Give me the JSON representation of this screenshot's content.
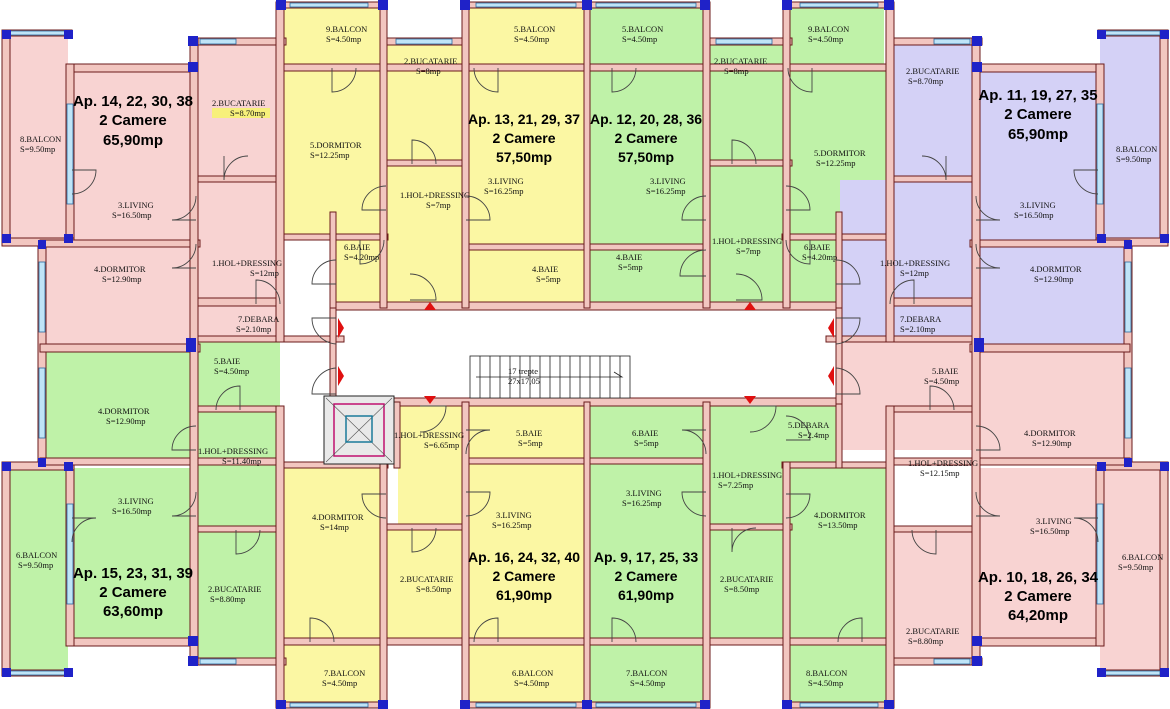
{
  "colors": {
    "pink": "#f8d3d2",
    "green": "#bff2a8",
    "yellow": "#fbf7a3",
    "lavender": "#d4d1f6",
    "corridor": "#ffffff",
    "wall": "#f2c6c0",
    "column": "#1f22c8",
    "window": "#bfe4f7",
    "marker": "#e01010"
  },
  "rooms": [
    {
      "id": "r1",
      "name": "8.BALCON",
      "area": "S=9.50mp"
    },
    {
      "id": "r2",
      "name": "9.BALCON",
      "area": "S=4.50mp"
    },
    {
      "id": "r3",
      "name": "5.BALCON",
      "area": "S=4.50mp"
    },
    {
      "id": "r4",
      "name": "5.BALCON",
      "area": "S=4.50mp"
    },
    {
      "id": "r5",
      "name": "9.BALCON",
      "area": "S=4.50mp"
    },
    {
      "id": "r6",
      "name": "8.BALCON",
      "area": "S=9.50mp"
    },
    {
      "id": "r7",
      "name": "2.BUCATARIE",
      "area": "S=8.70mp"
    },
    {
      "id": "r8",
      "name": "5.DORMITOR",
      "area": "S=12.25mp"
    },
    {
      "id": "r9",
      "name": "2.BUCATARIE",
      "area": "S=8mp"
    },
    {
      "id": "r10",
      "name": "2.BUCATARIE",
      "area": "S=8mp"
    },
    {
      "id": "r11",
      "name": "5.DORMITOR",
      "area": "S=12.25mp"
    },
    {
      "id": "r12",
      "name": "2.BUCATARIE",
      "area": "S=8.70mp"
    },
    {
      "id": "r13",
      "name": "3.LIVING",
      "area": "S=16.50mp"
    },
    {
      "id": "r14",
      "name": "1.HOL+DRESSING",
      "area": "S=7mp"
    },
    {
      "id": "r15",
      "name": "3.LIVING",
      "area": "S=16.25mp"
    },
    {
      "id": "r16",
      "name": "3.LIVING",
      "area": "S=16.25mp"
    },
    {
      "id": "r17",
      "name": "1.HOL+DRESSING",
      "area": "S=7mp"
    },
    {
      "id": "r18",
      "name": "3.LIVING",
      "area": "S=16.50mp"
    },
    {
      "id": "r19",
      "name": "6.BAIE",
      "area": "S=4.20mp"
    },
    {
      "id": "r20",
      "name": "6.BAIE",
      "area": "S=4.20mp"
    },
    {
      "id": "r21",
      "name": "4.DORMITOR",
      "area": "S=12.90mp"
    },
    {
      "id": "r22",
      "name": "1.HOL+DRESSING",
      "area": "S=12mp"
    },
    {
      "id": "r23",
      "name": "4.BAIE",
      "area": "S=5mp"
    },
    {
      "id": "r24",
      "name": "4.BAIE",
      "area": "S=5mp"
    },
    {
      "id": "r25",
      "name": "1.HOL+DRESSING",
      "area": "S=12mp"
    },
    {
      "id": "r26",
      "name": "4.DORMITOR",
      "area": "S=12.90mp"
    },
    {
      "id": "r27",
      "name": "7.DEBARA",
      "area": "S=2.10mp"
    },
    {
      "id": "r28",
      "name": "7.DEBARA",
      "area": "S=2.10mp"
    },
    {
      "id": "r29",
      "name": "5.BAIE",
      "area": "S=4.50mp"
    },
    {
      "id": "r30",
      "name": "5.BAIE",
      "area": "S=4.50mp"
    },
    {
      "id": "r31",
      "name": "4.DORMITOR",
      "area": "S=12.90mp"
    },
    {
      "id": "r32",
      "name": "4.DORMITOR",
      "area": "S=12.90mp"
    },
    {
      "id": "r33",
      "name": "1.HOL+DRESSING",
      "area": "S=11.40mp"
    },
    {
      "id": "r34",
      "name": "1.HOL+DRESSING",
      "area": "S=6.65mp"
    },
    {
      "id": "r35",
      "name": "5.BAIE",
      "area": "S=5mp"
    },
    {
      "id": "r36",
      "name": "6.BAIE",
      "area": "S=5mp"
    },
    {
      "id": "r37",
      "name": "5.DEBARA",
      "area": "S=2.4mp"
    },
    {
      "id": "r38",
      "name": "1.HOL+DRESSING",
      "area": "S=7.25mp"
    },
    {
      "id": "r39",
      "name": "1.HOL+DRESSING",
      "area": "S=12.15mp"
    },
    {
      "id": "r40",
      "name": "3.LIVING",
      "area": "S=16.50mp"
    },
    {
      "id": "r41",
      "name": "4.DORMITOR",
      "area": "S=14mp"
    },
    {
      "id": "r42",
      "name": "3.LIVING",
      "area": "S=16.25mp"
    },
    {
      "id": "r43",
      "name": "3.LIVING",
      "area": "S=16.25mp"
    },
    {
      "id": "r44",
      "name": "4.DORMITOR",
      "area": "S=13.50mp"
    },
    {
      "id": "r45",
      "name": "3.LIVING",
      "area": "S=16.50mp"
    },
    {
      "id": "r46",
      "name": "6.BALCON",
      "area": "S=9.50mp"
    },
    {
      "id": "r47",
      "name": "6.BALCON",
      "area": "S=9.50mp"
    },
    {
      "id": "r48",
      "name": "2.BUCATARIE",
      "area": "S=8.80mp"
    },
    {
      "id": "r49",
      "name": "2.BUCATARIE",
      "area": "S=8.50mp"
    },
    {
      "id": "r50",
      "name": "2.BUCATARIE",
      "area": "S=8.50mp"
    },
    {
      "id": "r51",
      "name": "2.BUCATARIE",
      "area": "S=8.80mp"
    },
    {
      "id": "r52",
      "name": "7.BALCON",
      "area": "S=4.50mp"
    },
    {
      "id": "r53",
      "name": "6.BALCON",
      "area": "S=4.50mp"
    },
    {
      "id": "r54",
      "name": "7.BALCON",
      "area": "S=4.50mp"
    },
    {
      "id": "r55",
      "name": "8.BALCON",
      "area": "S=4.50mp"
    }
  ],
  "apartments": [
    {
      "id": "a1",
      "line1": "Ap. 14, 22, 30, 38",
      "line2": "2 Camere",
      "line3": "65,90mp"
    },
    {
      "id": "a2",
      "line1": "Ap. 13, 21, 29, 37",
      "line2": "2 Camere",
      "line3": "57,50mp"
    },
    {
      "id": "a3",
      "line1": "Ap. 12, 20, 28, 36",
      "line2": "2 Camere",
      "line3": "57,50mp"
    },
    {
      "id": "a4",
      "line1": "Ap. 11, 19, 27, 35",
      "line2": "2 Camere",
      "line3": "65,90mp"
    },
    {
      "id": "a5",
      "line1": "Ap. 15, 23, 31, 39",
      "line2": "2 Camere",
      "line3": "63,60mp"
    },
    {
      "id": "a6",
      "line1": "Ap. 16, 24, 32, 40",
      "line2": "2 Camere",
      "line3": "61,90mp"
    },
    {
      "id": "a7",
      "line1": "Ap. 9, 17, 25, 33",
      "line2": "2 Camere",
      "line3": "61,90mp"
    },
    {
      "id": "a8",
      "line1": "Ap. 10, 18, 26, 34",
      "line2": "2 Camere",
      "line3": "64,20mp"
    }
  ],
  "stair": {
    "line1": "17 trepte",
    "line2": "27x17,05"
  }
}
